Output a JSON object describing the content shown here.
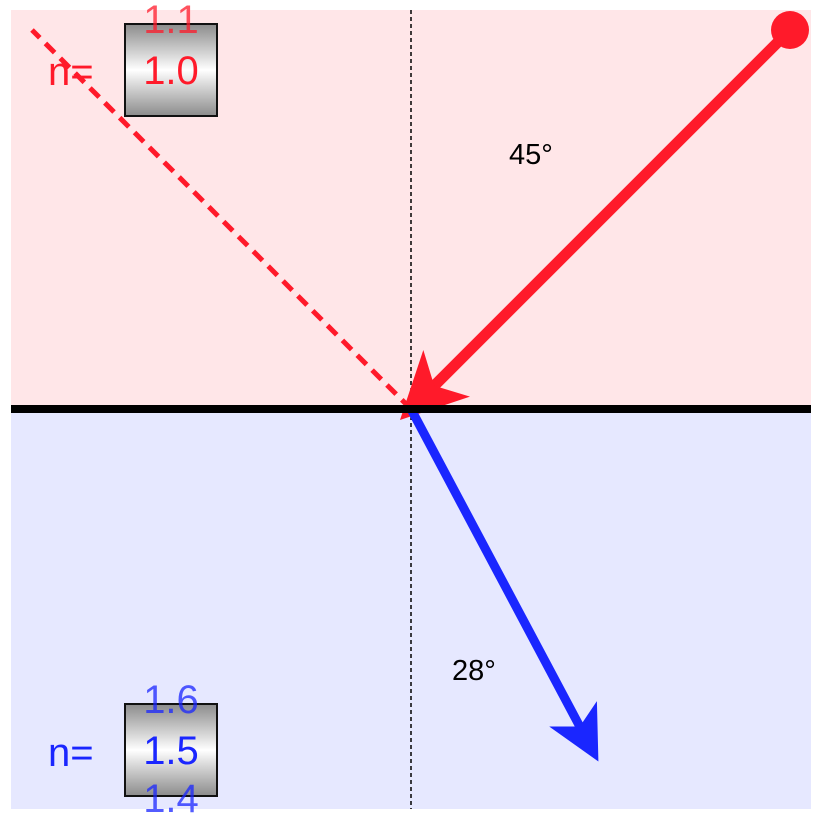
{
  "colors": {
    "top_medium_bg": "#ffe6e8",
    "bottom_medium_bg": "#e6e8ff",
    "interface_line": "#000000",
    "normal_line": "#000000",
    "incident_ray": "#ff1a2a",
    "reflected_ray": "#ff1a2a",
    "refracted_ray": "#1a26ff",
    "top_text": "#ff1a2a",
    "bottom_text": "#1a26ff"
  },
  "top_medium": {
    "label": "n=",
    "spinner": {
      "previous": "1.1",
      "current": "1.0",
      "next": ""
    }
  },
  "bottom_medium": {
    "label": "n=",
    "spinner": {
      "previous": "1.6",
      "current": "1.5",
      "next": "1.4"
    }
  },
  "angles": {
    "incident_deg": 45,
    "refracted_deg": 28,
    "incident_label": "45°",
    "refracted_label": "28°"
  }
}
